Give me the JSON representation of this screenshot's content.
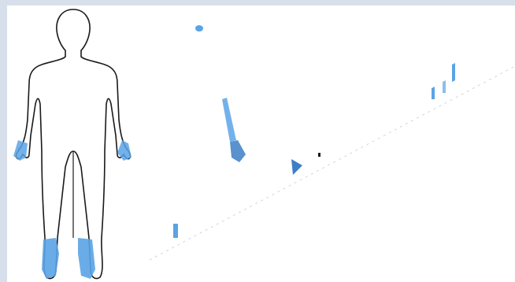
{
  "figures": [
    {
      "name": "front-full-figure",
      "marks": [
        "hands",
        "feet"
      ]
    },
    {
      "name": "front-partial-figure",
      "marks": [
        "head-spot",
        "right-arm-strip",
        "right-hand",
        "left-shin"
      ]
    },
    {
      "name": "front-diagonal-cut-figure",
      "marks": [
        "left-hand-triangle"
      ]
    },
    {
      "name": "back-upper-figure",
      "marks": [
        "shoulder-strokes"
      ]
    }
  ],
  "colors": {
    "outline": "#1a1a1a",
    "highlight": "#5aa3e6",
    "highlight_dark": "#3c7fc4",
    "border": "#d7e0ea",
    "background": "#ffffff"
  }
}
